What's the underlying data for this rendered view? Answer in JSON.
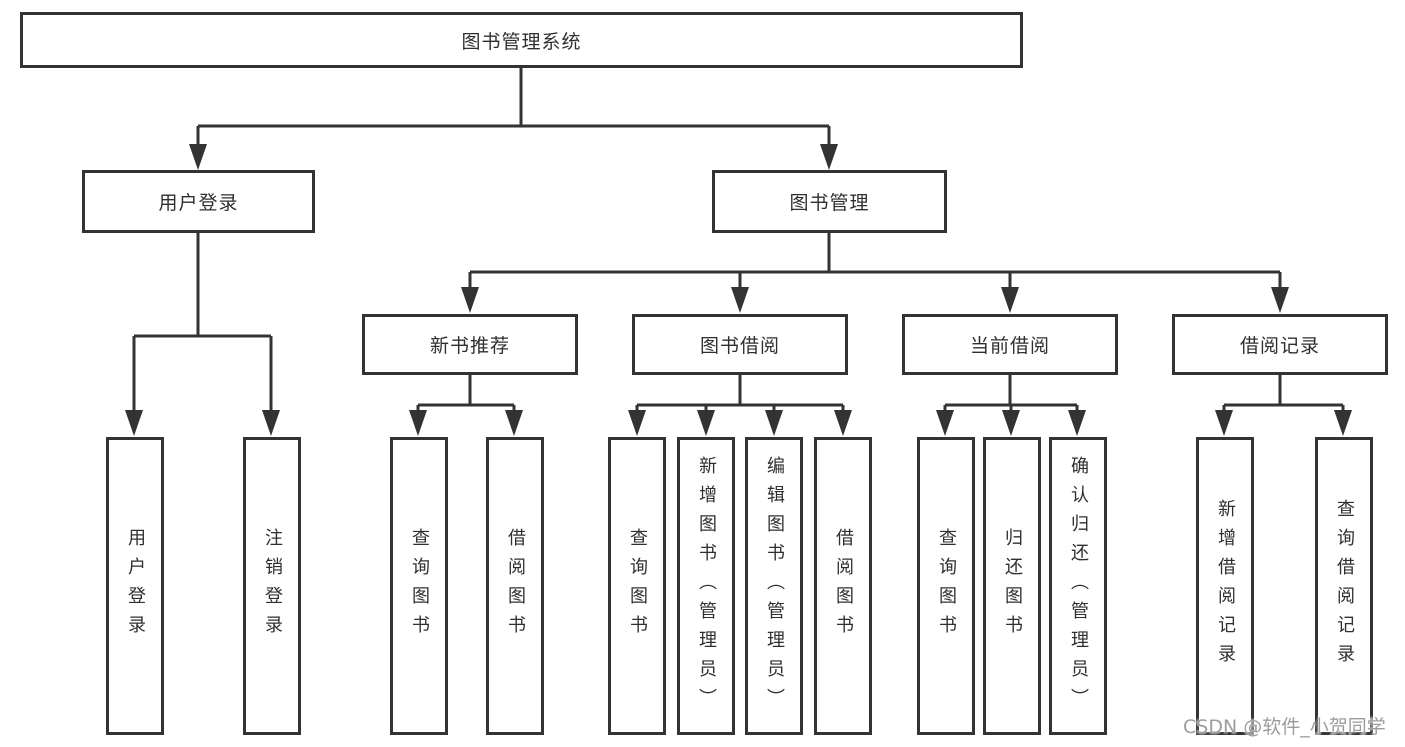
{
  "diagram_title": "图书管理系统",
  "nodes": {
    "root": "图书管理系统",
    "level2": {
      "login": "用户登录",
      "manage": "图书管理"
    },
    "level3": {
      "recommend": "新书推荐",
      "borrow": "图书借阅",
      "current": "当前借阅",
      "records": "借阅记录"
    },
    "leaves": {
      "login": [
        "用户登录",
        "注销登录"
      ],
      "recommend": [
        "查询图书",
        "借阅图书"
      ],
      "borrow": [
        "查询图书",
        "新增图书（管理员）",
        "编辑图书（管理员）",
        "借阅图书"
      ],
      "current": [
        "查询图书",
        "归还图书",
        "确认归还（管理员）"
      ],
      "records": [
        "新增借阅记录",
        "查询借阅记录"
      ]
    }
  },
  "watermark": "CSDN @软件_小贺同学",
  "colors": {
    "line": "#333333",
    "box_border": "#333333",
    "text": "#2f2f2f",
    "watermark": "#9d9d9d",
    "background": "#ffffff"
  }
}
